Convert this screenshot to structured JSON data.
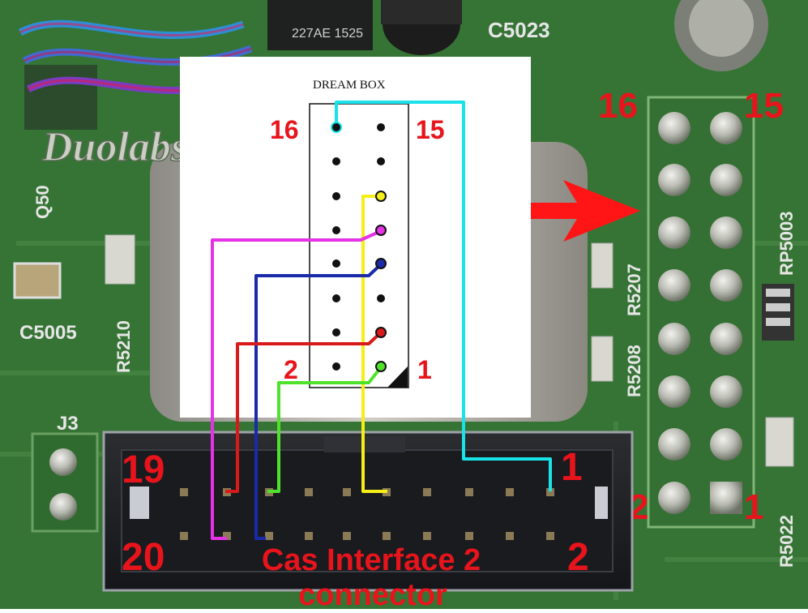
{
  "logo": {
    "text": "Duolabs"
  },
  "board_labels": {
    "c5023": "C5023",
    "q50": "Q50",
    "c5005": "C5005",
    "r5210": "R5210",
    "r5207": "R5207",
    "r5208": "R5208",
    "rp5003": "RP5003",
    "r5022": "R5022",
    "j3": "J3",
    "chip": "227AE 1525"
  },
  "dreambox": {
    "title": "DREAM BOX",
    "pin_top_left": "16",
    "pin_top_right": "15",
    "pin_bottom_left": "2",
    "pin_bottom_right": "1"
  },
  "header_board": {
    "pin_top_left": "16",
    "pin_top_right": "15",
    "pin_bottom_left": "2",
    "pin_bottom_right": "1"
  },
  "cas_connector": {
    "top_left": "19",
    "top_right": "1",
    "bottom_left": "20",
    "bottom_right": "2",
    "caption_line1": "Cas Interface 2",
    "caption_line2": "connector"
  },
  "colors": {
    "pcb": "#3d7a3a",
    "pin_number_red": "#e8141c",
    "wire_cyan": "#19e3e8",
    "wire_yellow": "#f6ee19",
    "wire_magenta": "#e632e6",
    "wire_blue": "#1a2aa8",
    "wire_red": "#d81a1a",
    "wire_green": "#4ee32a"
  }
}
